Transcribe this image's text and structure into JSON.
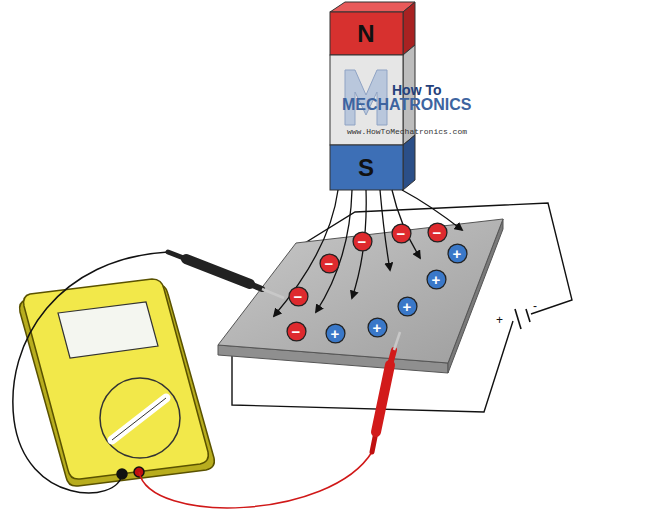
{
  "diagram": {
    "nodes": [
      {
        "text": [
          "N"
        ]
      },
      {
        "text": [
          "S"
        ]
      },
      {
        "text": [
          "−"
        ]
      },
      {
        "text": [
          "−"
        ]
      },
      {
        "text": [
          "−"
        ]
      },
      {
        "text": [
          "+"
        ]
      },
      {
        "text": [
          "−"
        ]
      },
      {
        "text": [
          "+"
        ]
      },
      {
        "text": [
          "−"
        ]
      },
      {
        "text": [
          "+"
        ]
      },
      {
        "text": [
          "+"
        ]
      },
      {
        "text": [
          "−"
        ]
      },
      {
        "text": [
          "+"
        ]
      }
    ],
    "labels": [
      "How To",
      "MECHATRONICS",
      "www.HowToMechatronics.com",
      "+",
      "-"
    ]
  }
}
